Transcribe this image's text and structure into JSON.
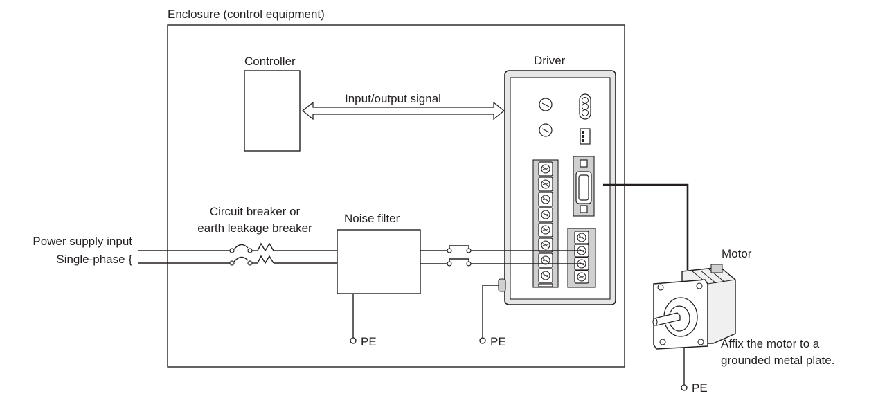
{
  "labels": {
    "enclosure": "Enclosure (control equipment)",
    "controller": "Controller",
    "driver": "Driver",
    "io_signal": "Input/output signal",
    "breaker_line1": "Circuit breaker or",
    "breaker_line2": "earth leakage breaker",
    "noise_filter": "Noise filter",
    "power_line1": "Power supply input",
    "power_line2": "Single-phase {",
    "motor": "Motor",
    "affix_line1": "Affix the motor to a",
    "affix_line2": "grounded metal plate.",
    "pe_filter": "PE",
    "pe_driver": "PE",
    "pe_motor": "PE"
  }
}
